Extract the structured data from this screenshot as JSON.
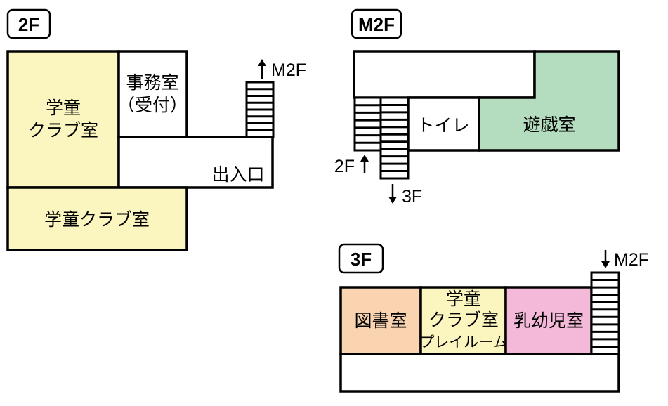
{
  "colors": {
    "study_club": "#fbf5c0",
    "play_room": "#b4dcbe",
    "library": "#fad4b0",
    "infant_room": "#f4b9d9",
    "white": "#ffffff"
  },
  "floors": {
    "f2": {
      "tag": "2F",
      "study_club_a": [
        "学童",
        "クラブ室"
      ],
      "office": [
        "事務室",
        "（受付）"
      ],
      "entrance": "出入口",
      "study_club_b": "学童クラブ室",
      "stairs_up": "M2F"
    },
    "m2f": {
      "tag": "M2F",
      "toilet": "トイレ",
      "play_room": "遊戯室",
      "stairs_up": "2F",
      "stairs_down": "3F"
    },
    "f3": {
      "tag": "3F",
      "library": "図書室",
      "study_club_play": [
        "学童",
        "クラブ室",
        "プレイルーム"
      ],
      "infant_room": "乳幼児室",
      "stairs_down": "M2F"
    }
  }
}
